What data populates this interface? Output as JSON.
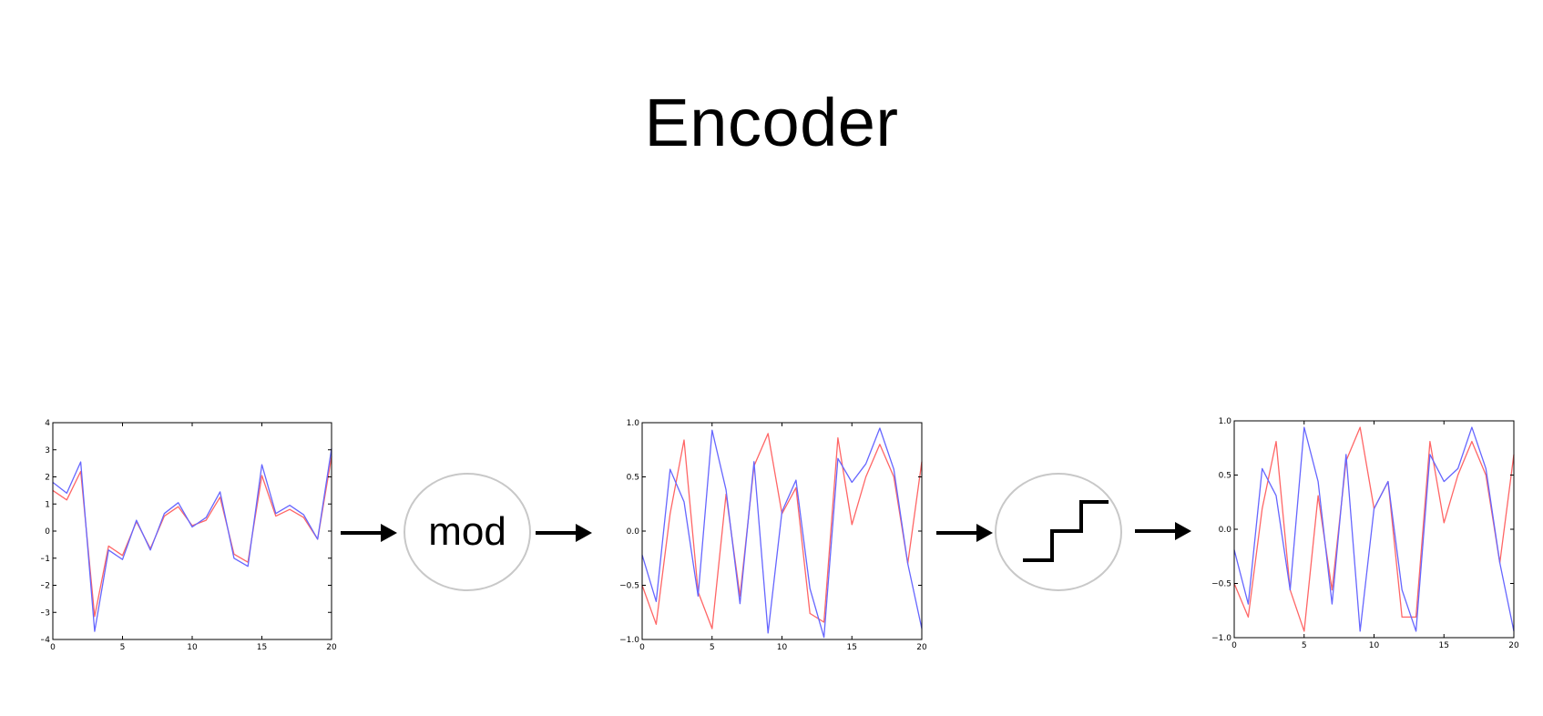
{
  "title": "Encoder",
  "operators": {
    "mod_label": "mod",
    "quantize_icon": "staircase-step-icon"
  },
  "colors": {
    "series_a": "#ff6666",
    "series_b": "#6666ff"
  },
  "chart_data": [
    {
      "type": "line",
      "xlim": [
        0,
        20
      ],
      "ylim": [
        -4,
        4
      ],
      "xticks": [
        "0",
        "5",
        "10",
        "15",
        "20"
      ],
      "yticks": [
        "4",
        "3",
        "2",
        "1",
        "0",
        "−1",
        "−2",
        "−3",
        "−4"
      ],
      "grid": false,
      "x": [
        0,
        1,
        2,
        3,
        4,
        5,
        6,
        7,
        8,
        9,
        10,
        11,
        12,
        13,
        14,
        15,
        16,
        17,
        18,
        19,
        20
      ],
      "series": [
        {
          "color": "#ff6666",
          "values": [
            1.5,
            1.15,
            2.2,
            -3.15,
            -0.55,
            -0.9,
            0.35,
            -0.65,
            0.55,
            0.9,
            0.2,
            0.4,
            1.25,
            -0.85,
            -1.15,
            2.05,
            0.55,
            0.8,
            0.5,
            -0.3,
            2.75
          ]
        },
        {
          "color": "#6666ff",
          "values": [
            1.8,
            1.4,
            2.55,
            -3.7,
            -0.7,
            -1.05,
            0.4,
            -0.7,
            0.65,
            1.05,
            0.15,
            0.5,
            1.45,
            -1.0,
            -1.3,
            2.45,
            0.65,
            0.95,
            0.6,
            -0.3,
            3.05
          ]
        }
      ]
    },
    {
      "type": "line",
      "xlim": [
        0,
        20
      ],
      "ylim": [
        -1.0,
        1.0
      ],
      "xticks": [
        "0",
        "5",
        "10",
        "15",
        "20"
      ],
      "yticks": [
        "1.0",
        "0.5",
        "0.0",
        "−0.5",
        "−1.0"
      ],
      "grid": false,
      "x": [
        0,
        1,
        2,
        3,
        4,
        5,
        6,
        7,
        8,
        9,
        10,
        11,
        12,
        13,
        14,
        15,
        16,
        17,
        18,
        19,
        20
      ],
      "series": [
        {
          "color": "#ff6666",
          "values": [
            -0.5,
            -0.86,
            0.16,
            0.84,
            -0.56,
            -0.9,
            0.34,
            -0.6,
            0.6,
            0.9,
            0.16,
            0.4,
            -0.76,
            -0.84,
            0.86,
            0.06,
            0.5,
            0.8,
            0.5,
            -0.3,
            0.64
          ]
        },
        {
          "color": "#6666ff",
          "values": [
            -0.22,
            -0.65,
            0.57,
            0.27,
            -0.6,
            0.93,
            0.38,
            -0.67,
            0.64,
            -0.94,
            0.18,
            0.47,
            -0.53,
            -0.98,
            0.67,
            0.45,
            0.62,
            0.95,
            0.57,
            -0.3,
            -0.9
          ]
        }
      ]
    },
    {
      "type": "line",
      "xlim": [
        0,
        20
      ],
      "ylim": [
        -1.0,
        1.0
      ],
      "xticks": [
        "0",
        "5",
        "10",
        "15",
        "20"
      ],
      "yticks": [
        "1.0",
        "0.5",
        "0.0",
        "−0.5",
        "−1.0"
      ],
      "grid": false,
      "x": [
        0,
        1,
        2,
        3,
        4,
        5,
        6,
        7,
        8,
        9,
        10,
        11,
        12,
        13,
        14,
        15,
        16,
        17,
        18,
        19,
        20
      ],
      "series": [
        {
          "color": "#ff6666",
          "values": [
            -0.5,
            -0.81,
            0.19,
            0.81,
            -0.56,
            -0.94,
            0.31,
            -0.56,
            0.63,
            0.94,
            0.19,
            0.44,
            -0.81,
            -0.81,
            0.81,
            0.06,
            0.5,
            0.81,
            0.5,
            -0.31,
            0.69
          ]
        },
        {
          "color": "#6666ff",
          "values": [
            -0.19,
            -0.69,
            0.56,
            0.31,
            -0.56,
            0.94,
            0.44,
            -0.69,
            0.69,
            -0.94,
            0.19,
            0.44,
            -0.56,
            -0.94,
            0.69,
            0.44,
            0.56,
            0.94,
            0.56,
            -0.31,
            -0.94
          ]
        }
      ]
    }
  ]
}
